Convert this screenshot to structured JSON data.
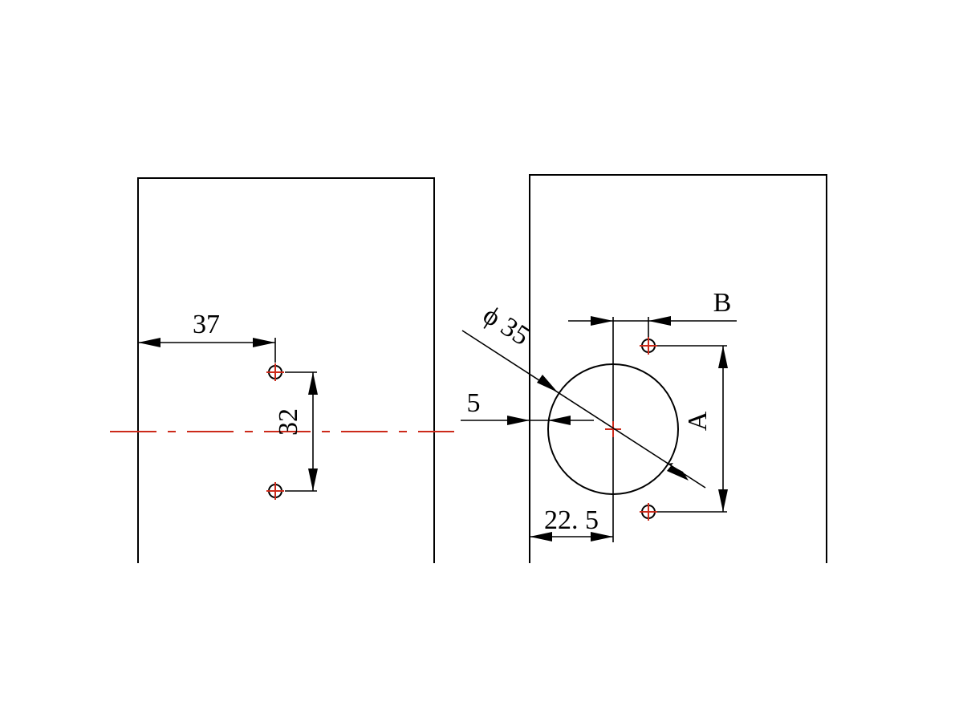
{
  "drawing": {
    "colors": {
      "line": "#000000",
      "centerline": "#cc2a1a"
    },
    "left_view": {
      "dim_hole_offset": "37",
      "dim_hole_spacing": "32"
    },
    "right_view": {
      "dim_cup_diameter": "ϕ 35",
      "dim_edge_distance": "5",
      "dim_cup_center": "22. 5",
      "dim_b": "B",
      "dim_a": "A"
    }
  }
}
